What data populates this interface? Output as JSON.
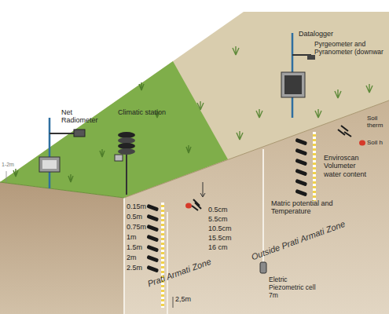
{
  "diagram": {
    "labels": [
      "Datalogger",
      "Pyrgeometer and Pyranometer (downwar",
      "Net Radiometer",
      "Climatic station",
      "Soil therm",
      "Soil h",
      "Enviroscan Volumeter water content",
      "1-2m",
      "Matric potential and Temperature",
      "0.15m",
      "0.5m",
      "0.75m",
      "1m",
      "1.5m",
      "2m",
      "2.5m",
      "0.5cm",
      "5.5cm",
      "10.5cm",
      "15.5cm",
      "16 cm",
      "2,5m",
      "Prati Armati Zone",
      "Outside Prati Armati Zone",
      "Eletric Piezometric cell 7m"
    ]
  }
}
